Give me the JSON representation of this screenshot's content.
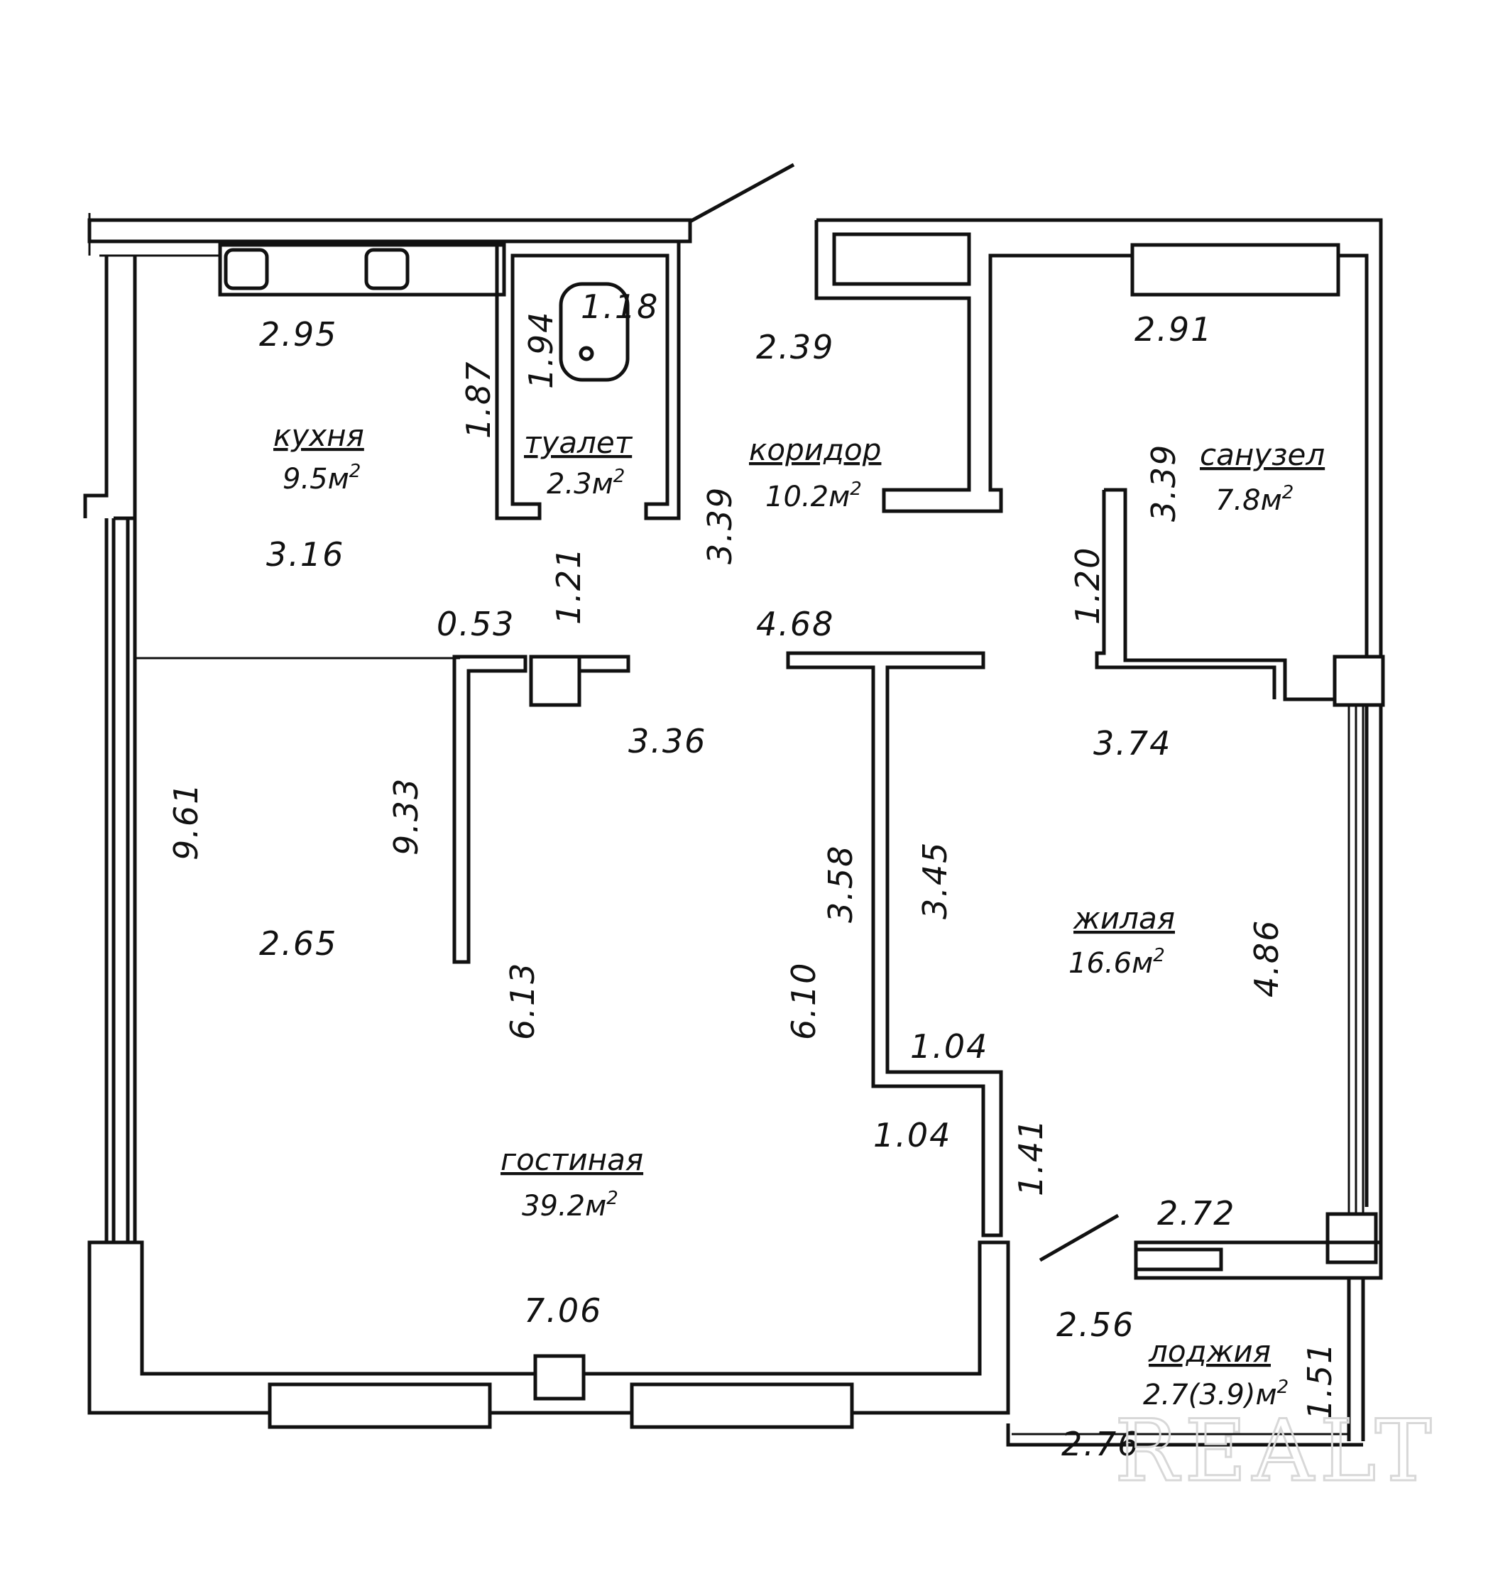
{
  "rooms": {
    "kitchen": {
      "name": "кухня",
      "area": "9.5м",
      "sup": "2"
    },
    "toilet": {
      "name": "туалет",
      "area": "2.3м",
      "sup": "2"
    },
    "corridor": {
      "name": "коридор",
      "area": "10.2м",
      "sup": "2"
    },
    "bathroom": {
      "name": "санузел",
      "area": "7.8м",
      "sup": "2"
    },
    "bedroom": {
      "name": "жилая",
      "area": "16.6м",
      "sup": "2"
    },
    "living": {
      "name": "гостиная",
      "area": "39.2м",
      "sup": "2"
    },
    "loggia": {
      "name": "лоджия",
      "area": "2.7(3.9)м",
      "sup": "2"
    }
  },
  "dims": {
    "d295": "2.95",
    "d118": "1.18",
    "d194": "1.94",
    "d187": "1.87",
    "d239": "2.39",
    "d291": "2.91",
    "d339a": "3.39",
    "d339b": "3.39",
    "d316": "3.16",
    "d121": "1.21",
    "d053": "0.53",
    "d468": "4.68",
    "d120": "1.20",
    "d336": "3.36",
    "d374": "3.74",
    "d961": "9.61",
    "d933": "9.33",
    "d358": "3.58",
    "d345": "3.45",
    "d265": "2.65",
    "d613": "6.13",
    "d610": "6.10",
    "d486": "4.86",
    "d104a": "1.04",
    "d104b": "1.04",
    "d141": "1.41",
    "d272": "2.72",
    "d706": "7.06",
    "d256": "2.56",
    "d151": "1.51",
    "d276": "2.76"
  },
  "watermark": "REALT"
}
